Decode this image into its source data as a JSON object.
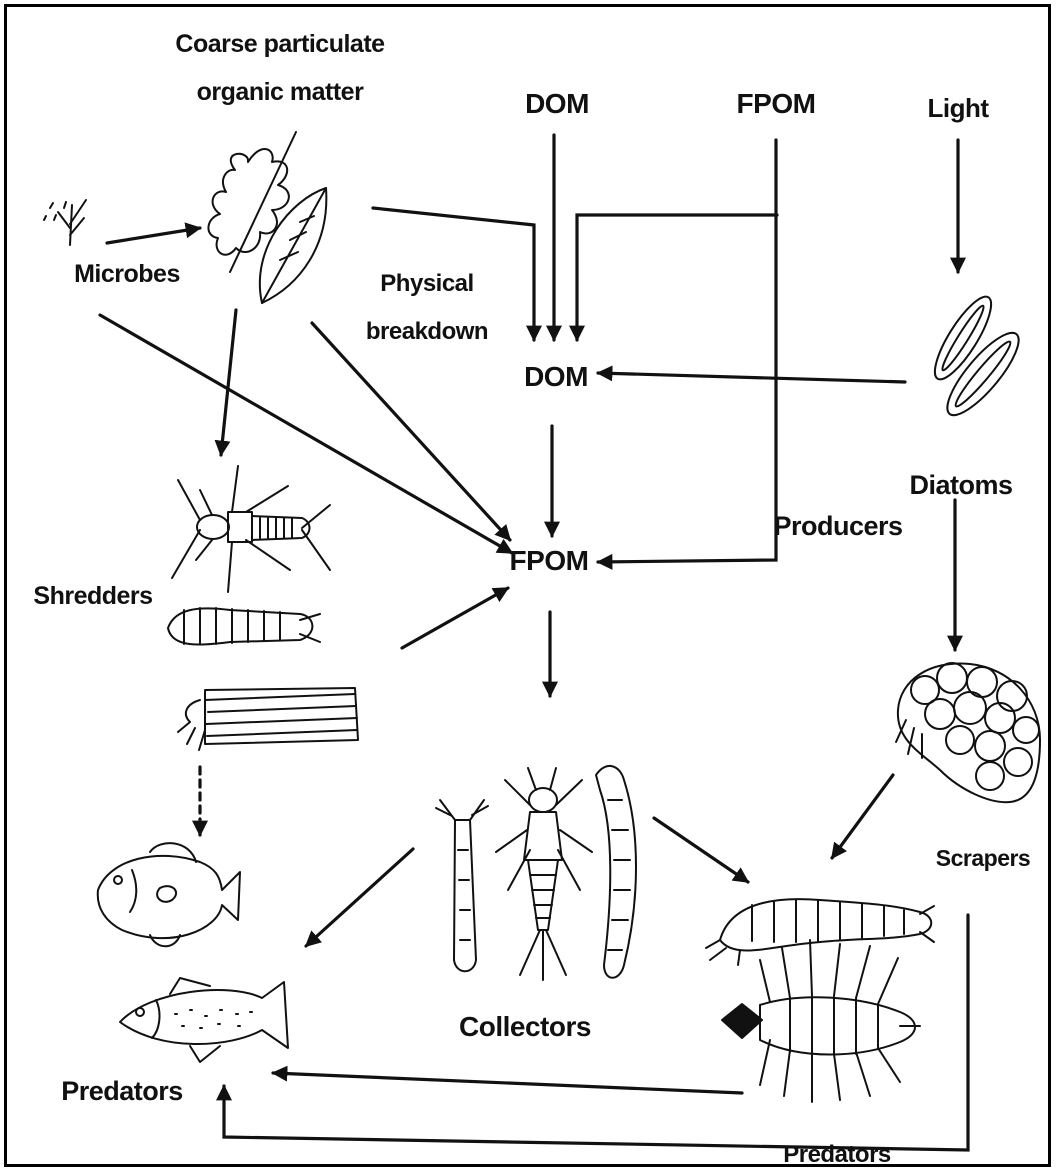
{
  "labels": {
    "cpom_line1": "Coarse particulate",
    "cpom_line2": "organic matter",
    "dom_top": "DOM",
    "fpom_top": "FPOM",
    "light": "Light",
    "microbes": "Microbes",
    "physical_line1": "Physical",
    "physical_line2": "breakdown",
    "dom_mid": "DOM",
    "diatoms": "Diatoms",
    "producers": "Producers",
    "fpom_mid": "FPOM",
    "shredders": "Shredders",
    "scrapers": "Scrapers",
    "collectors": "Collectors",
    "predators_left": "Predators",
    "predators_right": "Predators"
  },
  "colors": {
    "ink": "#111111",
    "background": "#ffffff"
  },
  "icons": [
    "leaf-icon",
    "microbe-icon",
    "diatom-icon",
    "stonefly-nymph-icon",
    "larva-icon",
    "caddis-case-icon",
    "sunfish-icon",
    "trout-icon",
    "mayfly-nymph-icon",
    "midge-larva-icon",
    "blackfly-larva-icon",
    "snail-case-icon",
    "beetle-larva-icon",
    "dobsonfly-larva-icon"
  ]
}
